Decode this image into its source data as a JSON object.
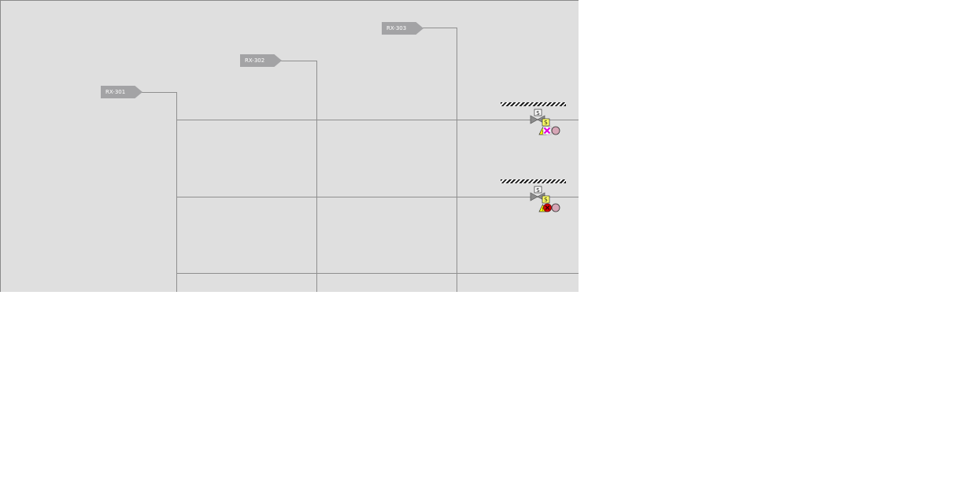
{
  "process_view": {
    "reactors": [
      {
        "label": "RX-301"
      },
      {
        "label": "RX-302"
      },
      {
        "label": "RX-303"
      }
    ],
    "valves": [
      {
        "status_icons": [
          "warning-icon",
          "cross-fault-icon",
          "neutral-circle-icon"
        ]
      },
      {
        "status_icons": [
          "warning-icon",
          "stop-alarm-icon",
          "neutral-circle-icon"
        ]
      }
    ]
  }
}
